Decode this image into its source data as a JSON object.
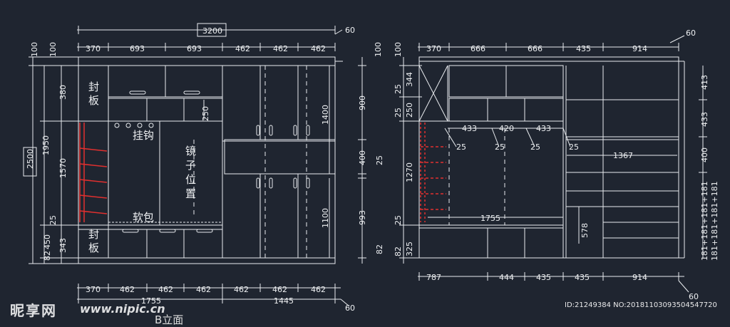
{
  "colors": {
    "background": "#1f2530",
    "lines": "#e9ecef",
    "hatch": "#e0302f"
  },
  "left_elevation": {
    "overall_width": "3200",
    "offset_top": "60",
    "offset_bottom": "60",
    "top_dims": [
      "370",
      "693",
      "693",
      "462",
      "462",
      "462"
    ],
    "bottom_dims": [
      "370",
      "462",
      "462",
      "462",
      "462",
      "462",
      "462"
    ],
    "bottom_totals": [
      "1755",
      "1445"
    ],
    "left_outer": "2500",
    "left_mid": [
      "1950",
      "1570"
    ],
    "left_small": [
      "100",
      "100",
      "380",
      "25",
      "450",
      "82",
      "343"
    ],
    "inner_dim": "250",
    "right_inner": [
      "1400",
      "1100"
    ],
    "right_outer": [
      "100",
      "900",
      "400",
      "25",
      "993",
      "82"
    ],
    "labels": {
      "fengban_top": [
        "封",
        "板"
      ],
      "fengban_bottom": [
        "封",
        "板"
      ],
      "hook": "挂钩",
      "mirror": [
        "镜",
        "子",
        "位",
        "置"
      ],
      "cushion": "软包"
    }
  },
  "right_elevation": {
    "top_dims": [
      "370",
      "666",
      "666",
      "435",
      "914"
    ],
    "offset": "60",
    "offset_bottom": "60",
    "left_small": [
      "100",
      "25",
      "344",
      "25",
      "250",
      "25",
      "82",
      "325"
    ],
    "left_mid": "1270",
    "inner_dims": [
      "433",
      "420",
      "433"
    ],
    "inner_25": [
      "25",
      "25",
      "25",
      "25"
    ],
    "shelf_width": "1367",
    "bench_width": "1755",
    "post_height": "578",
    "right_dims": [
      "413",
      "433",
      "400",
      "181+181+181+181",
      "181+181+181+181"
    ],
    "bottom_dims": [
      "787",
      "444",
      "435",
      "435",
      "914"
    ]
  },
  "watermark": {
    "logo": "昵享网",
    "site": "www.nipic.cn",
    "id": "ID:21249384 NO:20181103093504547720"
  },
  "caption": "B立面"
}
